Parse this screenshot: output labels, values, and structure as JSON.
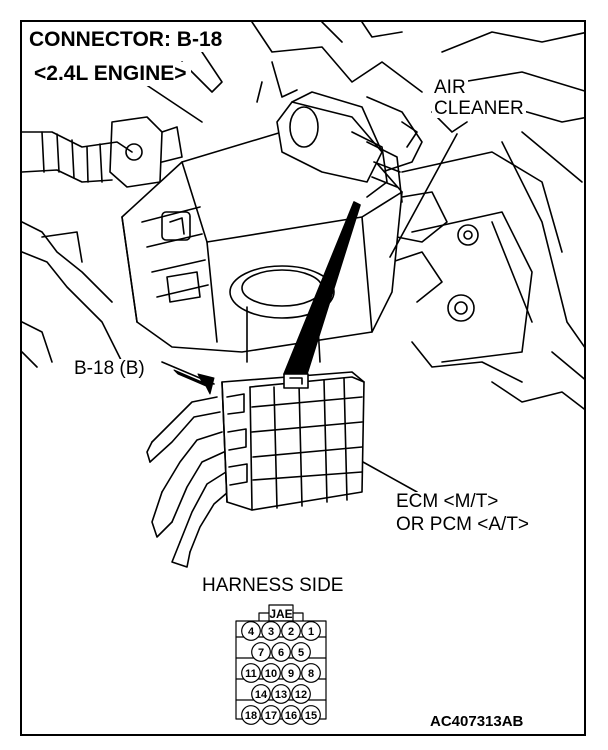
{
  "header": {
    "connector_title": "CONNECTOR: B-18",
    "engine_label": "<2.4L ENGINE>"
  },
  "callouts": {
    "air_cleaner_line1": "AIR",
    "air_cleaner_line2": "CLEANER",
    "connector_ref": "B-18 (B)",
    "ecm_line1": "ECM <M/T>",
    "ecm_line2": "OR PCM <A/T>"
  },
  "pinout": {
    "title": "HARNESS SIDE",
    "key_label": "JAE",
    "rows": [
      [
        "4",
        "3",
        "2",
        "1"
      ],
      [
        "7",
        "6",
        "5"
      ],
      [
        "11",
        "10",
        "9",
        "8"
      ],
      [
        "14",
        "13",
        "12"
      ],
      [
        "18",
        "17",
        "16",
        "15"
      ]
    ]
  },
  "figure_code": "AC407313AB"
}
